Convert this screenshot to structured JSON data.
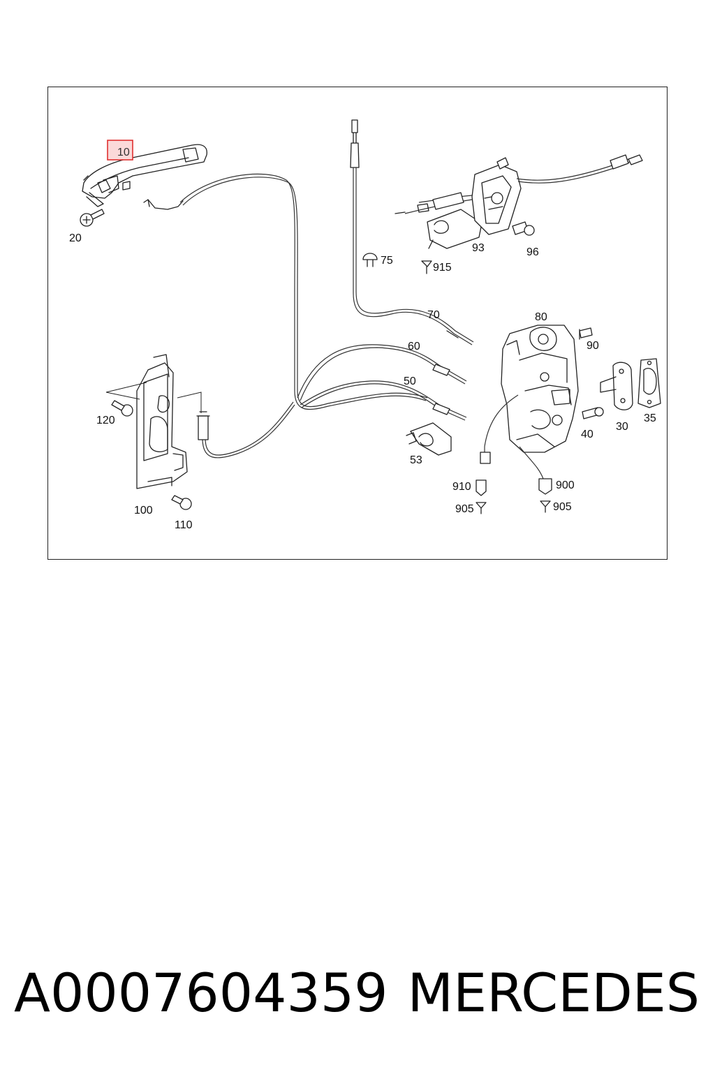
{
  "diagram": {
    "highlight_color": "#e03030",
    "highlight_fill": "#fbd9d9",
    "callouts": {
      "c10": "10",
      "c20": "20",
      "c30": "30",
      "c35": "35",
      "c40": "40",
      "c50": "50",
      "c53": "53",
      "c60": "60",
      "c70": "70",
      "c75": "75",
      "c80": "80",
      "c90": "90",
      "c93": "93",
      "c96": "96",
      "c100": "100",
      "c110": "110",
      "c120": "120",
      "c900": "900",
      "c905a": "905",
      "c905b": "905",
      "c910": "910",
      "c915": "915"
    }
  },
  "caption": {
    "part_number": "A0007604359",
    "brand": "MERCEDES"
  }
}
